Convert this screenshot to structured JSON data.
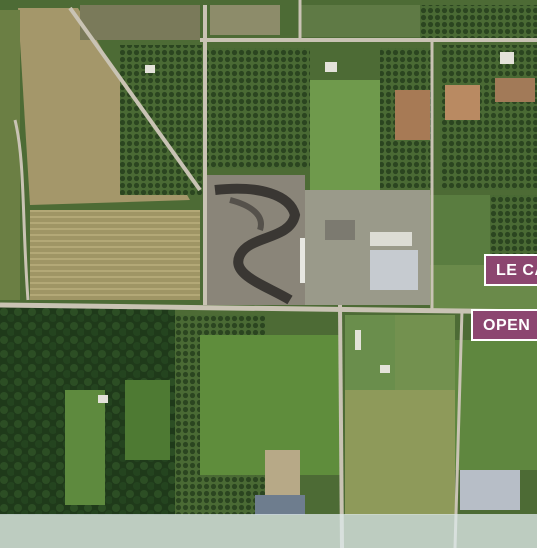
{
  "map": {
    "kind": "satellite aerial view",
    "labels": [
      {
        "id": "label-a",
        "text": "LE CA",
        "color": "#8c4670"
      },
      {
        "id": "label-b",
        "text": "OPEN",
        "color": "#8c4670"
      }
    ]
  },
  "colors": {
    "accent": "#8c4670",
    "road": "#c9c3b4",
    "orchard": "#2e4a22",
    "field_light": "#a89d6b",
    "field_green": "#6f8f4a"
  }
}
